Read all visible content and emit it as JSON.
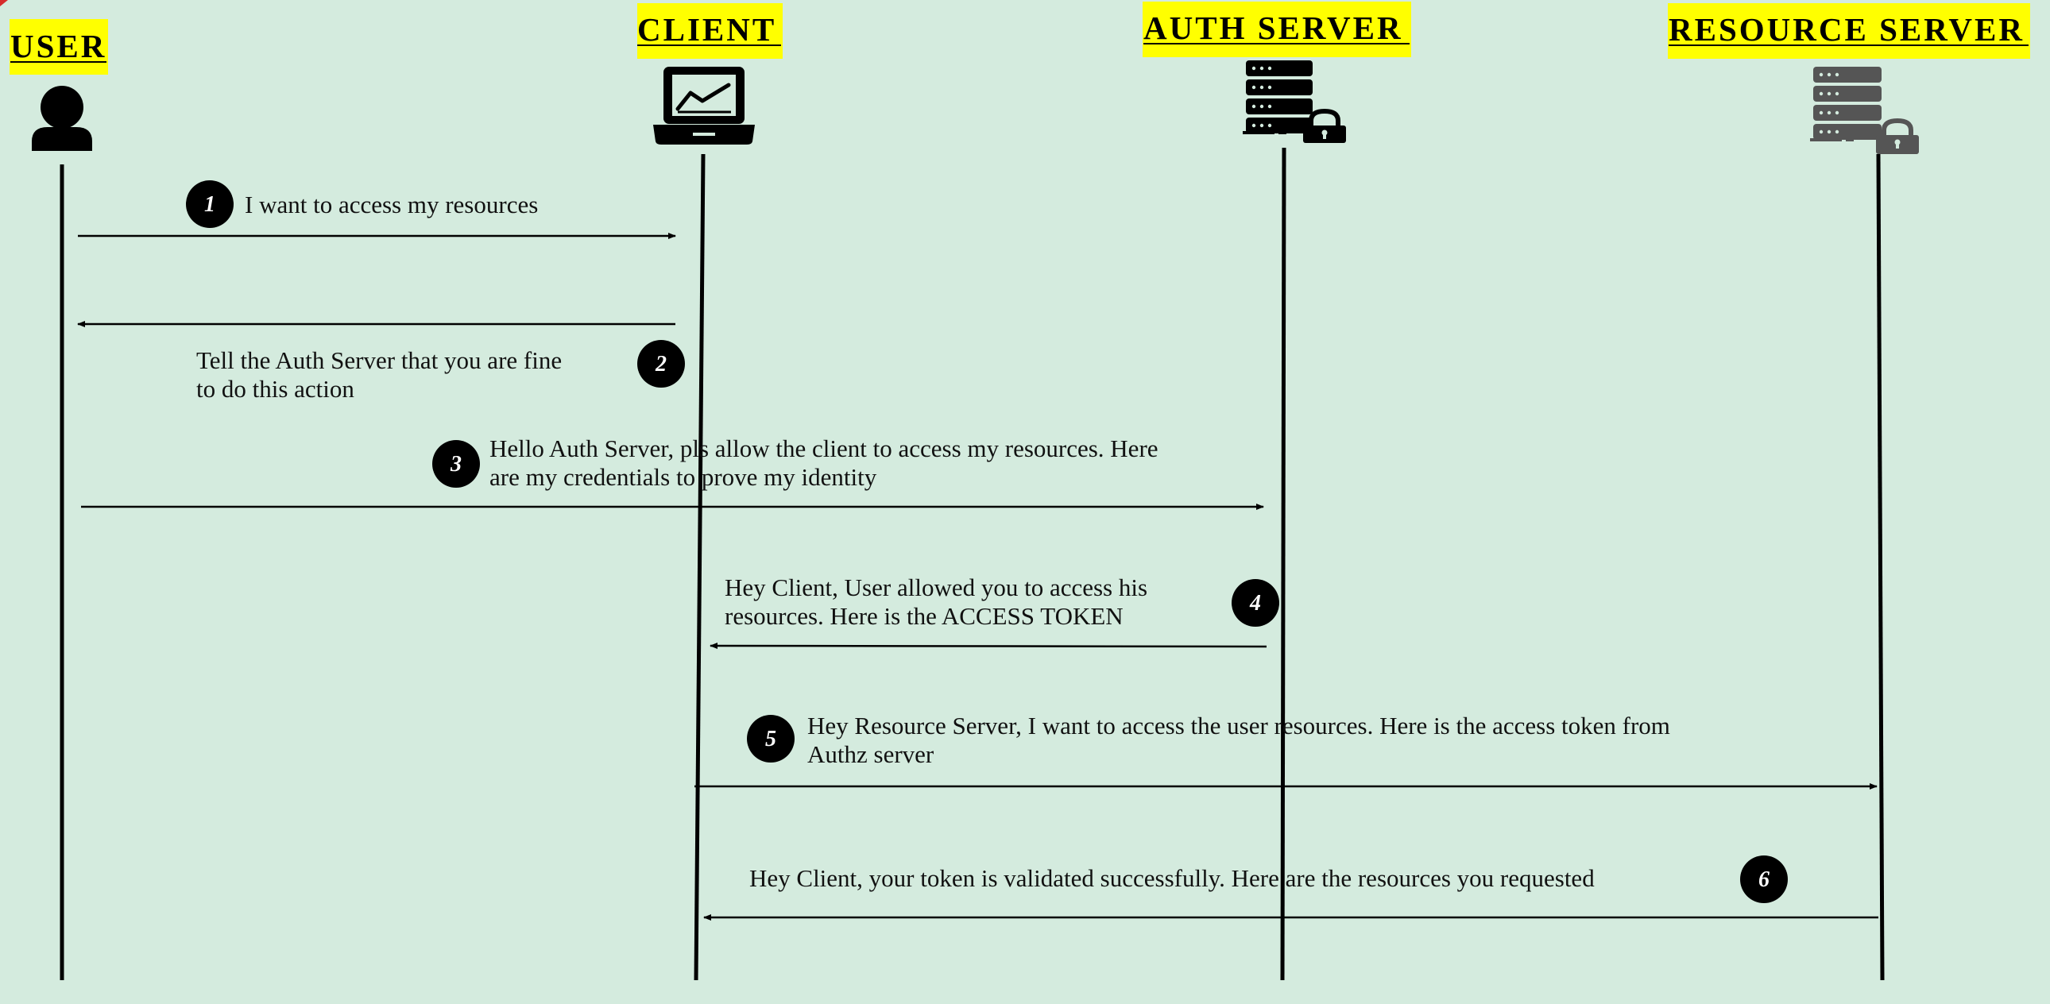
{
  "actors": {
    "user": "USER",
    "client": "CLIENT",
    "auth_server": "AUTH SERVER",
    "resource_server": "RESOURCE SERVER"
  },
  "icons": {
    "user": "person-icon",
    "client": "laptop-chart-icon",
    "auth_server": "server-lock-icon",
    "resource_server": "server-lock-icon"
  },
  "colors": {
    "background": "#d4ebde",
    "highlight": "#ffff00",
    "line": "#000000",
    "resource_icon": "#555555"
  },
  "messages": [
    {
      "step": "1",
      "lines": [
        "I want to access my resources"
      ]
    },
    {
      "step": "2",
      "lines": [
        "Tell the Auth Server that you are fine",
        "to do this action"
      ]
    },
    {
      "step": "3",
      "lines": [
        "Hello Auth Server, pls allow the client to access my resources. Here",
        "are my credentials to prove my identity"
      ]
    },
    {
      "step": "4",
      "lines": [
        "Hey Client, User allowed you to access his",
        "resources. Here is the ACCESS TOKEN"
      ]
    },
    {
      "step": "5",
      "lines": [
        "Hey Resource Server,  I want to access the user resources. Here is the access token from",
        "Authz server"
      ]
    },
    {
      "step": "6",
      "lines": [
        "Hey Client, your token is validated successfully.  Here are the resources you requested"
      ]
    }
  ]
}
